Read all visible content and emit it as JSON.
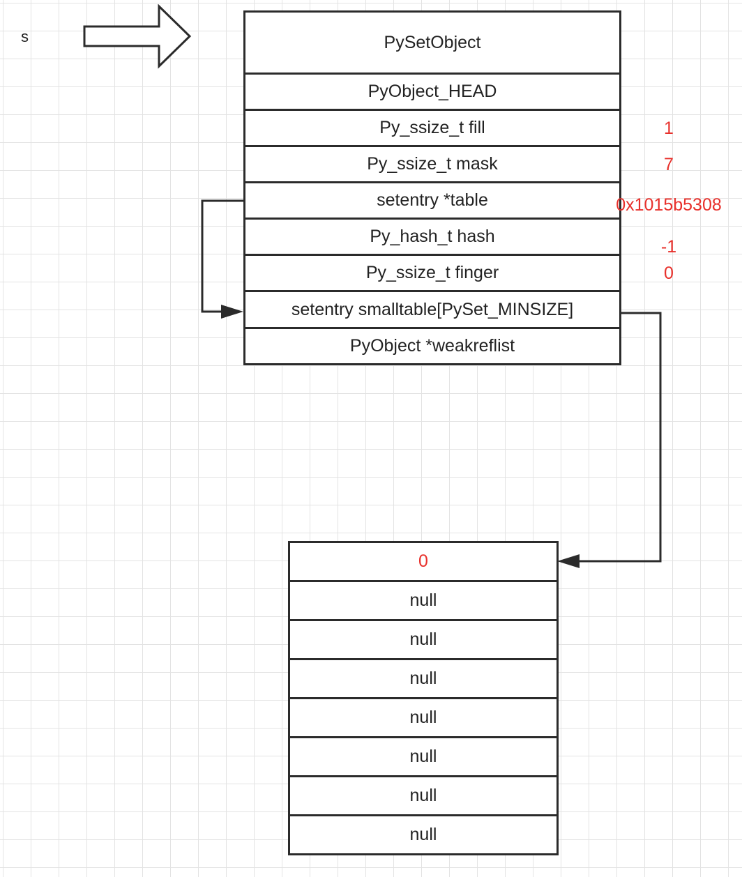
{
  "variable_label": "s",
  "struct": {
    "title": "PySetObject",
    "fields": [
      "PyObject_HEAD",
      "Py_ssize_t fill",
      "Py_ssize_t mask",
      "setentry *table",
      "Py_hash_t hash",
      "Py_ssize_t finger",
      "setentry smalltable[PySet_MINSIZE]",
      "PyObject *weakreflist"
    ]
  },
  "values": {
    "fill": "1",
    "mask": "7",
    "table": "0x1015b5308",
    "hash": "-1",
    "finger": "0"
  },
  "smalltable": [
    "0",
    "null",
    "null",
    "null",
    "null",
    "null",
    "null",
    "null"
  ],
  "colors": {
    "value_red": "#e8302b",
    "line": "#2b2b2b",
    "grid": "#e3e3e3"
  }
}
